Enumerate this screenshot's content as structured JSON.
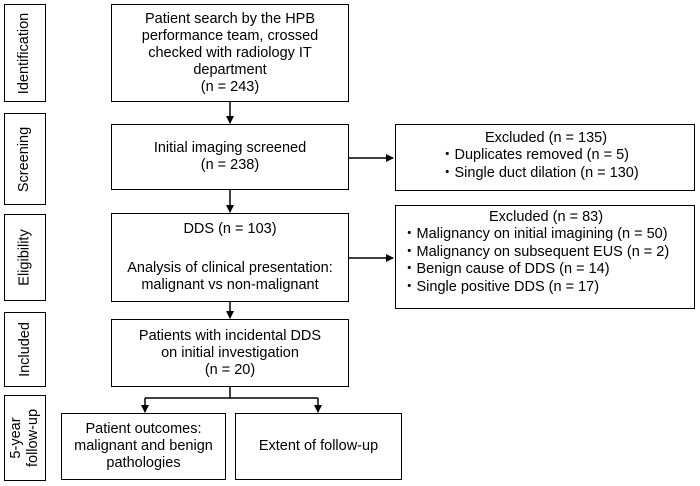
{
  "stages": {
    "identification": "Identification",
    "screening": "Screening",
    "eligibility": "Eligibility",
    "included": "Included",
    "followup_line1": "5-year",
    "followup_line2": "follow-up"
  },
  "boxes": {
    "identification": [
      "Patient search by the HPB",
      "performance team, crossed",
      "checked with radiology IT",
      "department",
      "(n = 243)"
    ],
    "screening": [
      "Initial imaging screened",
      "(n = 238)"
    ],
    "eligibility_top": "DDS (n = 103)",
    "eligibility_bottom": [
      "Analysis of clinical presentation:",
      "malignant vs non-malignant"
    ],
    "included": [
      "Patients with incidental DDS",
      "on initial investigation",
      "(n = 20)"
    ],
    "outcomes": [
      "Patient outcomes:",
      "malignant and benign",
      "pathologies"
    ],
    "extent": "Extent of follow-up"
  },
  "excluded1": {
    "title": "Excluded (n = 135)",
    "items": [
      "・Duplicates removed (n = 5)",
      "・Single duct dilation (n = 130)"
    ]
  },
  "excluded2": {
    "title": "Excluded (n = 83)",
    "items": [
      "・Malignancy on initial imagining (n = 50)",
      "・Malignancy on subsequent EUS (n = 2)",
      "・Benign cause of DDS (n = 14)",
      "・Single positive DDS (n = 17)"
    ]
  }
}
